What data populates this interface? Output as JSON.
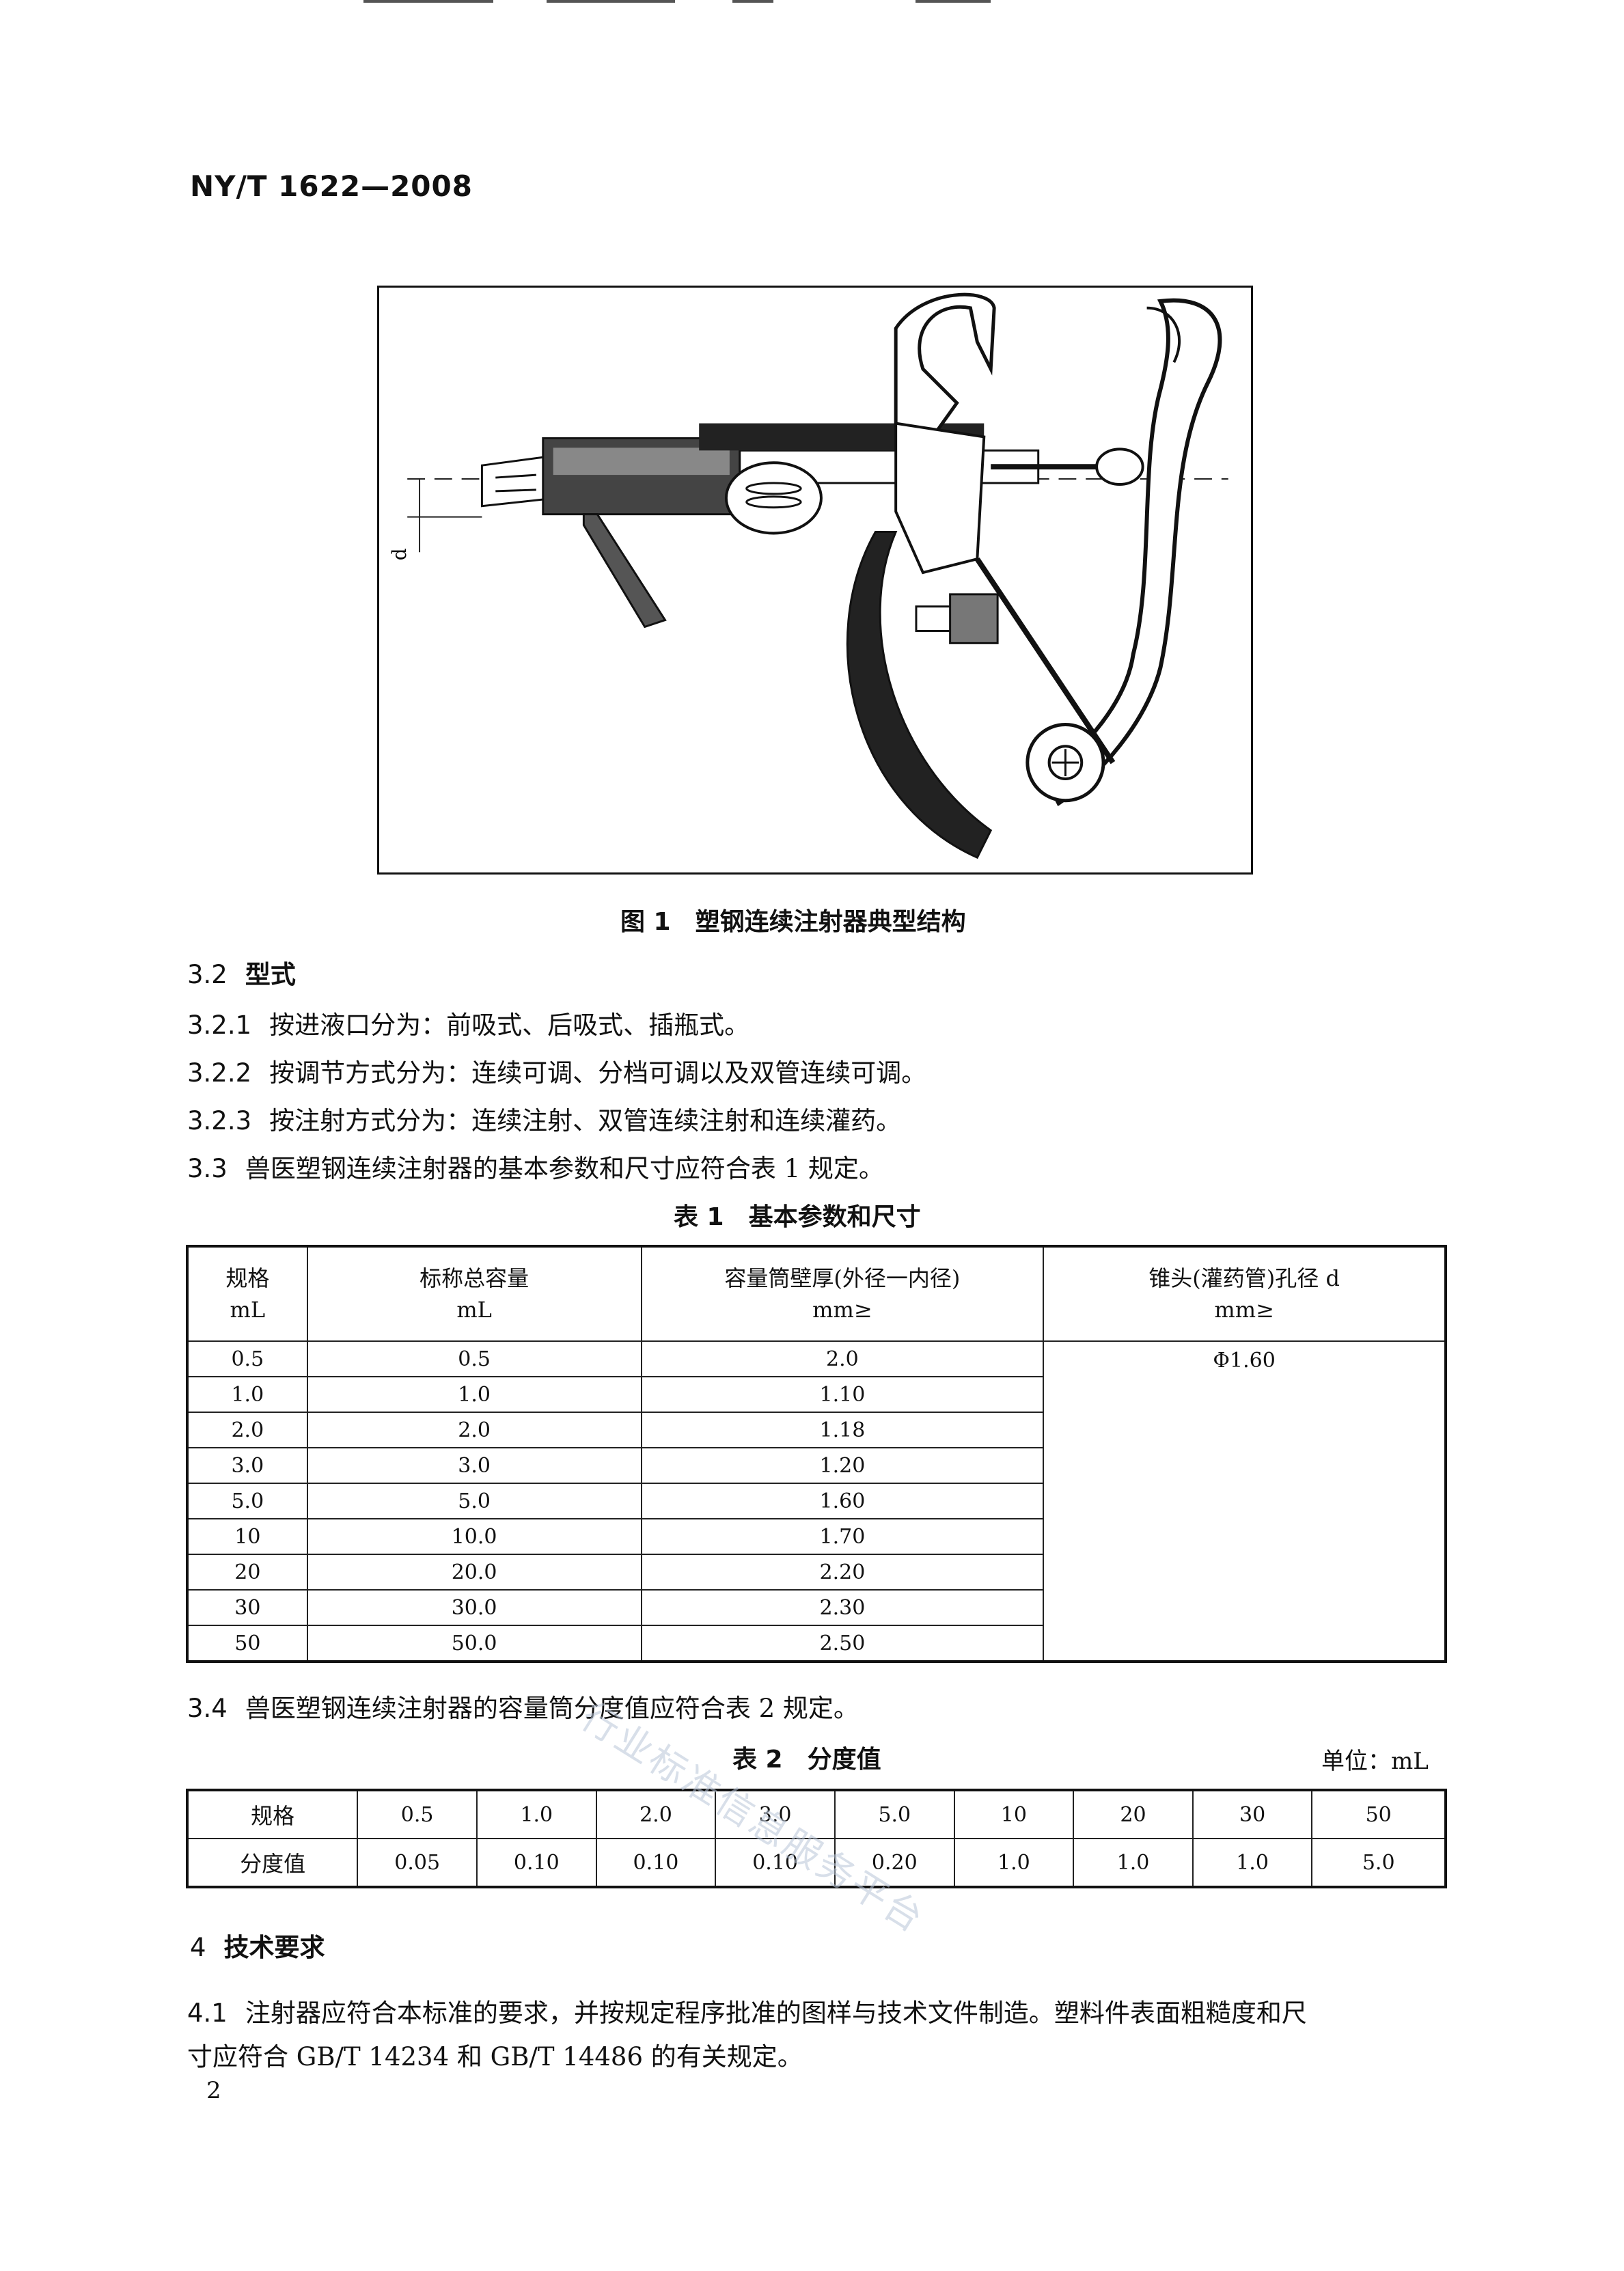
{
  "header": {
    "standard_code": "NY/T 1622—2008"
  },
  "figure1": {
    "dimension_label": "d",
    "caption": "图 1　塑钢连续注射器典型结构"
  },
  "sections": {
    "s3_2": {
      "number": "3.2",
      "title": "型式"
    },
    "s3_2_1": {
      "number": "3.2.1",
      "text": "按进液口分为：前吸式、后吸式、插瓶式。"
    },
    "s3_2_2": {
      "number": "3.2.2",
      "text": "按调节方式分为：连续可调、分档可调以及双管连续可调。"
    },
    "s3_2_3": {
      "number": "3.2.3",
      "text": "按注射方式分为：连续注射、双管连续注射和连续灌药。"
    },
    "s3_3": {
      "number": "3.3",
      "text": "兽医塑钢连续注射器的基本参数和尺寸应符合表 1 规定。"
    },
    "s3_4": {
      "number": "3.4",
      "text": "兽医塑钢连续注射器的容量筒分度值应符合表 2 规定。"
    },
    "s4": {
      "number": "4",
      "title": "技术要求"
    },
    "s4_1": {
      "number": "4.1",
      "line1": "注射器应符合本标准的要求，并按规定程序批准的图样与技术文件制造。塑料件表面粗糙度和尺",
      "line2": "寸应符合 GB/T 14234 和 GB/T 14486 的有关规定。"
    }
  },
  "table1": {
    "caption": "表 1　基本参数和尺寸",
    "headers": [
      {
        "line1": "规格",
        "line2": "mL"
      },
      {
        "line1": "标称总容量",
        "line2": "mL"
      },
      {
        "line1": "容量筒壁厚(外径一内径)",
        "line2": "mm≥"
      },
      {
        "line1": "锥头(灌药管)孔径 d",
        "line2": "mm≥"
      }
    ],
    "rows": [
      [
        "0.5",
        "0.5",
        "2.0"
      ],
      [
        "1.0",
        "1.0",
        "1.10"
      ],
      [
        "2.0",
        "2.0",
        "1.18"
      ],
      [
        "3.0",
        "3.0",
        "1.20"
      ],
      [
        "5.0",
        "5.0",
        "1.60"
      ],
      [
        "10",
        "10.0",
        "1.70"
      ],
      [
        "20",
        "20.0",
        "2.20"
      ],
      [
        "30",
        "30.0",
        "2.30"
      ],
      [
        "50",
        "50.0",
        "2.50"
      ]
    ],
    "merged_value": "Φ1.60"
  },
  "table2": {
    "caption": "表 2　分度值",
    "unit": "单位：mL",
    "row1_label": "规格",
    "row2_label": "分度值",
    "specs": [
      "0.5",
      "1.0",
      "2.0",
      "3.0",
      "5.0",
      "10",
      "20",
      "30",
      "50"
    ],
    "graduations": [
      "0.05",
      "0.10",
      "0.10",
      "0.10",
      "0.20",
      "1.0",
      "1.0",
      "1.0",
      "5.0"
    ]
  },
  "watermark": "行业标准信息服务平台",
  "page_number": "2"
}
